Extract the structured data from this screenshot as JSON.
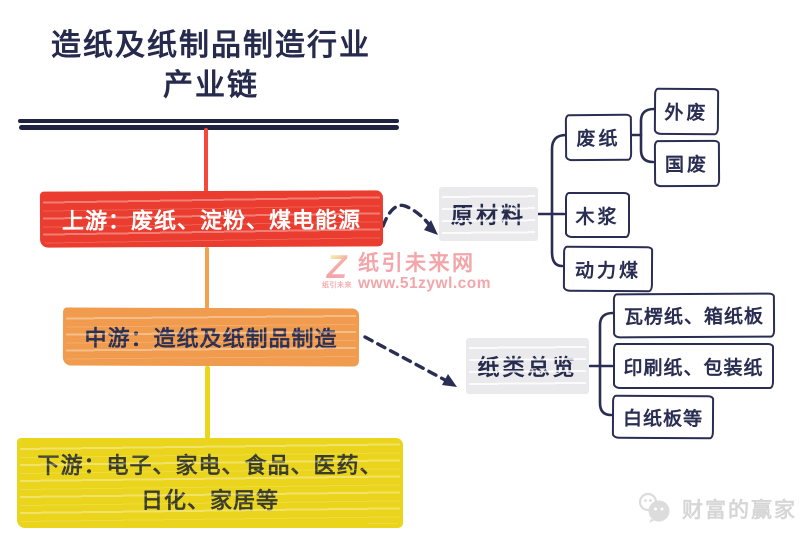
{
  "title": {
    "line1": "造纸及纸制品制造行业",
    "line2": "产业链"
  },
  "chain": {
    "upstream": {
      "label": "上游：废纸、淀粉、煤电能源"
    },
    "midstream": {
      "label": "中游：造纸及纸制品制造"
    },
    "downstream": {
      "label_line1": "下游：电子、家电、食品、医药、",
      "label_line2": "日化、家居等"
    }
  },
  "raw_materials": {
    "label": "原材料",
    "waste_paper": "废纸",
    "foreign_waste": "外废",
    "domestic_waste": "国废",
    "wood_pulp": "木浆",
    "thermal_coal": "动力煤"
  },
  "paper_overview": {
    "label": "纸类总览",
    "corrugated": "瓦楞纸、箱纸板",
    "printing": "印刷纸、包装纸",
    "white_board": "白纸板等"
  },
  "watermark": {
    "logo_letter": "Z",
    "logo_caption": "纸引未来",
    "site_name": "纸引未来网",
    "site_url": "www.51zywl.com"
  },
  "footer": {
    "brand": "财富的赢家"
  },
  "colors": {
    "navy": "#2a2e52",
    "red": "#ea3c2f",
    "orange": "#f09b4e",
    "yellow": "#ead41c",
    "gray_box": "#eaeaec",
    "watermark_pink": "#f3a6aa",
    "footer_gray": "#d6d6d6"
  }
}
